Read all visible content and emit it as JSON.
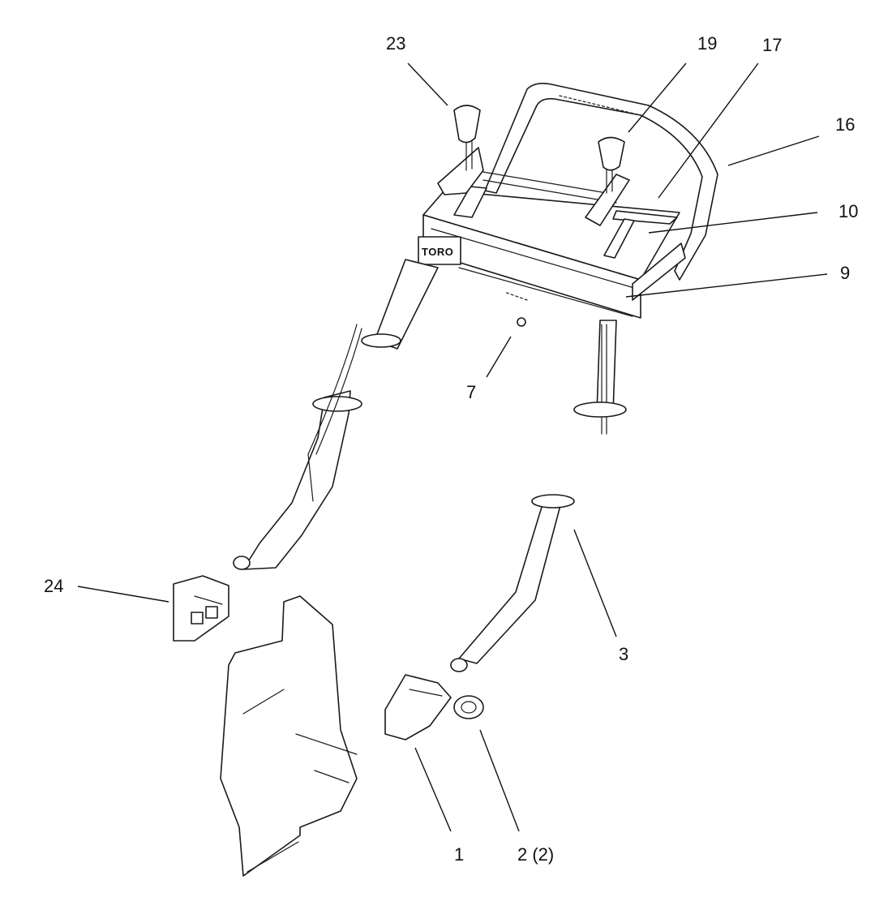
{
  "diagram": {
    "logo_text": "TORO",
    "callouts": [
      {
        "id": "c23",
        "label": "23"
      },
      {
        "id": "c19",
        "label": "19"
      },
      {
        "id": "c17",
        "label": "17"
      },
      {
        "id": "c16",
        "label": "16"
      },
      {
        "id": "c10",
        "label": "10"
      },
      {
        "id": "c9",
        "label": "9"
      },
      {
        "id": "c7",
        "label": "7"
      },
      {
        "id": "c24",
        "label": "24"
      },
      {
        "id": "c3",
        "label": "3"
      },
      {
        "id": "c1",
        "label": "1"
      },
      {
        "id": "c2",
        "label": "2 (2)"
      }
    ]
  }
}
